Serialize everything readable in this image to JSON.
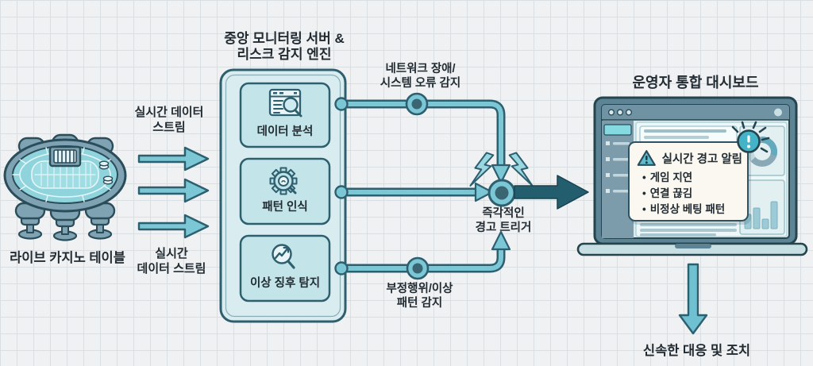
{
  "colors": {
    "teal_fill": "#7cc7d6",
    "outline": "#2d5f6f",
    "dark_arrow": "#235e6f",
    "server_box_fill": "#d9edf0",
    "module_fill": "#c3e5ea",
    "popup_bg": "#faf8f1",
    "badge_fill": "#45b3c7",
    "laptop_slate": "#5d8494",
    "text": "#212b31"
  },
  "casino": {
    "label": "라이브 카지노 테이블"
  },
  "streams": {
    "top_label": "실시간 데이터\n스트림",
    "bottom_label": "실시간\n데이터 스트림"
  },
  "server": {
    "title": "중앙 모니터링 서버 &\n리스크 감지 엔진",
    "modules": [
      {
        "label": "데이터 분석",
        "icon": "data-analysis-icon"
      },
      {
        "label": "패턴 인식",
        "icon": "pattern-recognition-icon"
      },
      {
        "label": "이상 징후 탐지",
        "icon": "anomaly-detection-icon"
      }
    ]
  },
  "connectors": {
    "network_label": "네트워크 장애/\n시스템 오류 감지",
    "fraud_label": "부정행위/이상\n패턴 감지",
    "trigger_label": "즉각적인\n경고 트리거"
  },
  "dashboard": {
    "title": "운영자 통합 대시보드",
    "alert": {
      "title": "실시간 경고 알림",
      "bullet": "•",
      "items": [
        "게임 지연",
        "연결 끊김",
        "비정상 베팅 패턴"
      ]
    }
  },
  "response_label": "신속한 대응 및 조치"
}
